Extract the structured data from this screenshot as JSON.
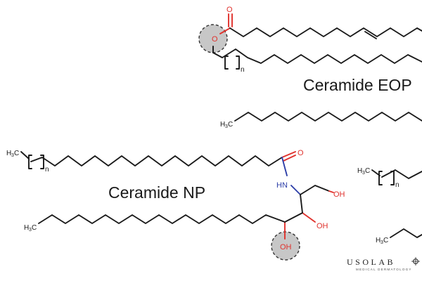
{
  "labels": {
    "eop_name": "Ceramide EOP",
    "np_name": "Ceramide NP"
  },
  "atoms": {
    "oxygen": "O",
    "nitrogen_h": "HN",
    "hydroxyl": "OH",
    "methyl_c": "H",
    "methyl_sub": "3",
    "methyl_c2": "C",
    "repeat_n": "n"
  },
  "logo": {
    "brand": "USOLAB",
    "tagline": "MEDICAL DERMATOLOGY",
    "brand_color": "#222222"
  },
  "colors": {
    "oxygen": "#e0322d",
    "nitrogen": "#2d3fa8",
    "highlight": "#c7c7c7"
  }
}
